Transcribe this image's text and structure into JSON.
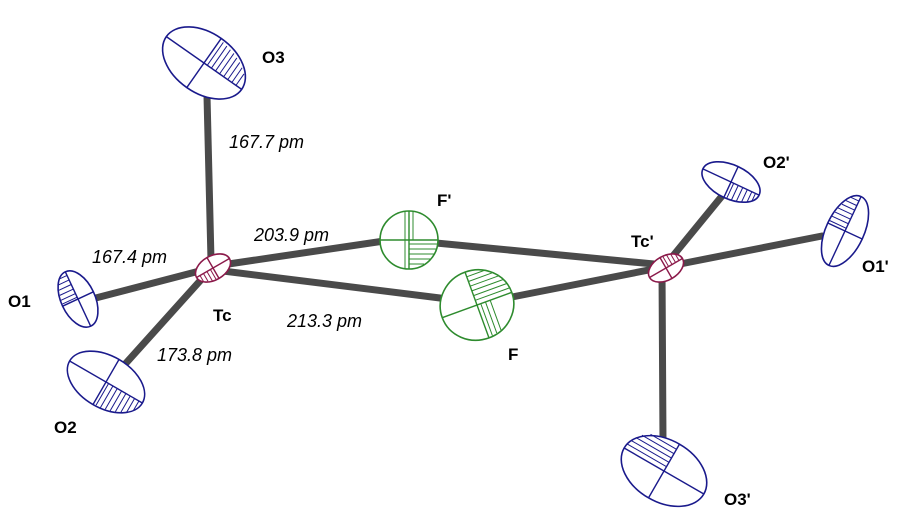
{
  "atoms": {
    "tc": "Tc",
    "tc_prime": "Tc'",
    "o1": "O1",
    "o2": "O2",
    "o3": "O3",
    "o1_prime": "O1'",
    "o2_prime": "O2'",
    "o3_prime": "O3'",
    "f": "F",
    "f_prime": "F'"
  },
  "distances": {
    "tc_o3": "167.7 pm",
    "tc_o1": "167.4 pm",
    "tc_o2": "173.8 pm",
    "tc_f_prime": "203.9 pm",
    "tc_f": "213.3 pm"
  },
  "colors": {
    "oxygen": "#1a1a8c",
    "fluorine": "#2e8b2e",
    "technetium": "#8b1a4a",
    "bond": "#4a4a4a"
  }
}
